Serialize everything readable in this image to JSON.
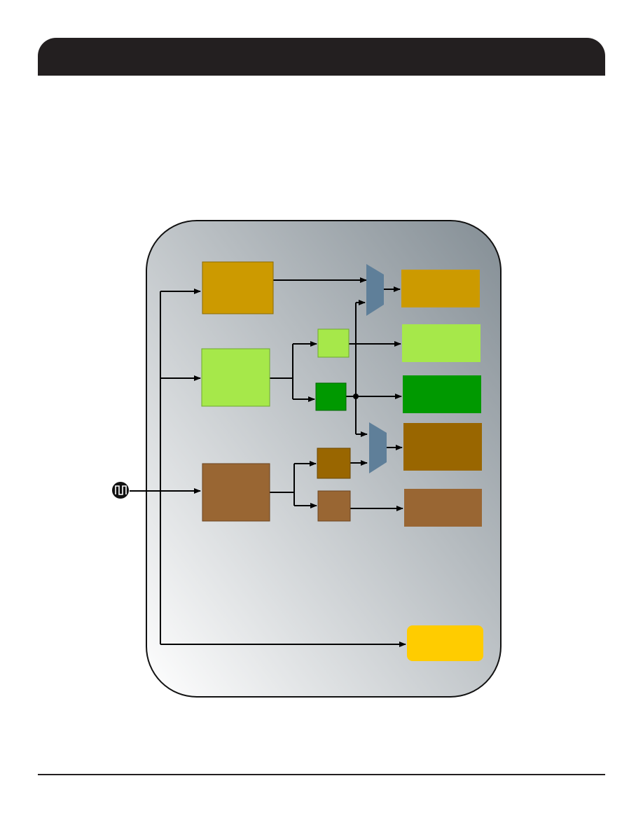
{
  "header": {
    "title": ""
  },
  "diagram": {
    "background": {
      "gradient_start": "#ffffff",
      "gradient_end": "#848e95",
      "border": "#111111"
    },
    "clock_input": {
      "icon": "clock-signal-icon",
      "color": "#111111"
    },
    "blocks": [
      {
        "id": "pll-block",
        "color": "#cc9a00"
      },
      {
        "id": "green-block",
        "color": "#a6e84a"
      },
      {
        "id": "light-green-divider",
        "color": "#a6e84a"
      },
      {
        "id": "dark-green-divider",
        "color": "#009900"
      },
      {
        "id": "brown-block",
        "color": "#996633"
      },
      {
        "id": "dark-brown-divider",
        "color": "#996600"
      },
      {
        "id": "brown-divider",
        "color": "#996633"
      }
    ],
    "muxes": [
      {
        "id": "top-mux",
        "color": "#5f7f99"
      },
      {
        "id": "bottom-mux",
        "color": "#5f7f99"
      }
    ],
    "outputs": [
      {
        "id": "output-gold",
        "color": "#cc9a00"
      },
      {
        "id": "output-light-green",
        "color": "#a6e84a"
      },
      {
        "id": "output-dark-green",
        "color": "#009900"
      },
      {
        "id": "output-dark-brown",
        "color": "#996600"
      },
      {
        "id": "output-brown",
        "color": "#996633"
      },
      {
        "id": "output-ref",
        "color": "#ffcc00"
      }
    ]
  },
  "footer": {
    "text": ""
  }
}
